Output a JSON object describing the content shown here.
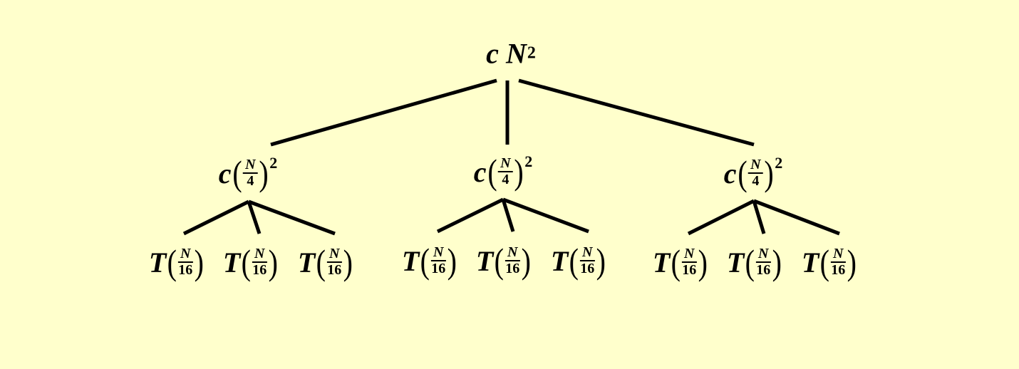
{
  "root": {
    "coef": "c",
    "var": "N",
    "exp": "2"
  },
  "level1": [
    {
      "coef": "c",
      "num": "N",
      "den": "4",
      "exp": "2"
    },
    {
      "coef": "c",
      "num": "N",
      "den": "4",
      "exp": "2"
    },
    {
      "coef": "c",
      "num": "N",
      "den": "4",
      "exp": "2"
    }
  ],
  "level2": [
    {
      "fn": "T",
      "num": "N",
      "den": "16"
    },
    {
      "fn": "T",
      "num": "N",
      "den": "16"
    },
    {
      "fn": "T",
      "num": "N",
      "den": "16"
    },
    {
      "fn": "T",
      "num": "N",
      "den": "16"
    },
    {
      "fn": "T",
      "num": "N",
      "den": "16"
    },
    {
      "fn": "T",
      "num": "N",
      "den": "16"
    },
    {
      "fn": "T",
      "num": "N",
      "den": "16"
    },
    {
      "fn": "T",
      "num": "N",
      "den": "16"
    },
    {
      "fn": "T",
      "num": "N",
      "den": "16"
    }
  ],
  "colors": {
    "background": "#FFFFCC",
    "ink": "#000000"
  }
}
